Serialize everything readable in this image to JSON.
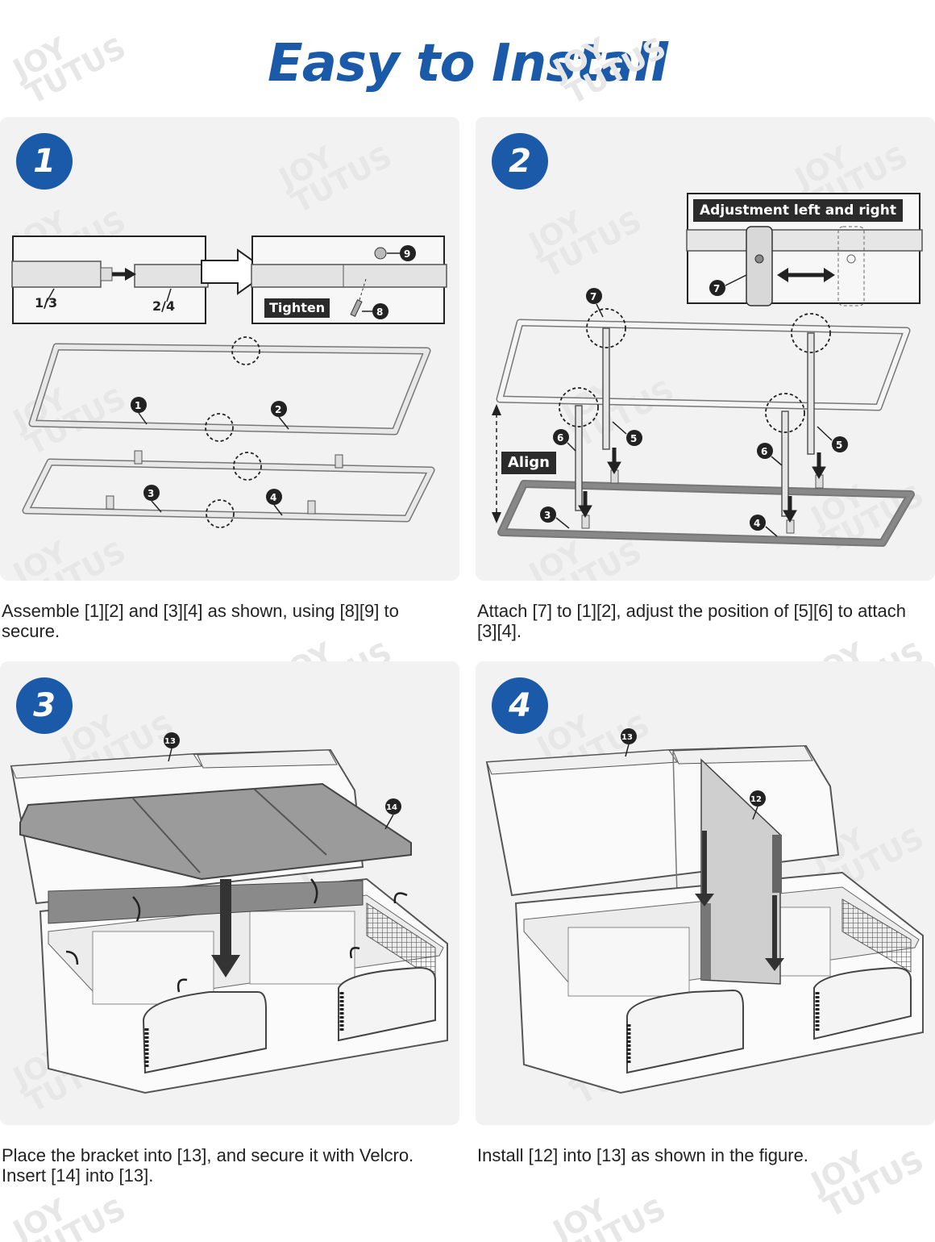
{
  "title": "Easy to Install",
  "watermark": {
    "line1": "JOY",
    "line2": "TUTUS"
  },
  "steps": [
    {
      "number": "1",
      "caption": "Assemble [1][2] and [3][4] as shown, using [8][9] to secure.",
      "inset_label": "Tighten",
      "part_labels": [
        "1/3",
        "2/4"
      ]
    },
    {
      "number": "2",
      "caption": "Attach [7] to [1][2], adjust the position of [5][6] to attach [3][4].",
      "inset_label": "Adjustment left and right",
      "align_label": "Align"
    },
    {
      "number": "3",
      "caption": "Place the bracket into [13], and secure it with Velcro. Insert [14] into [13]."
    },
    {
      "number": "4",
      "caption": "Install [12] into [13] as shown in the figure."
    }
  ],
  "colors": {
    "accent": "#1a5aa8",
    "panel": "#f2f2f2",
    "label_bg": "#2b2b2b"
  }
}
